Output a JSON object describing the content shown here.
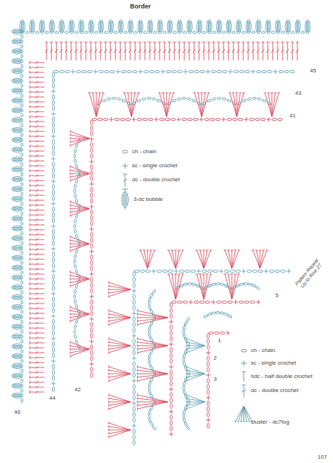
{
  "diagram": {
    "title": "Border",
    "labels": [
      "45",
      "43",
      "41",
      "42",
      "44",
      "46",
      "1",
      "2",
      "3",
      "5",
      "Pattern Repeat Up to Row 27",
      "107"
    ],
    "legend": [
      {
        "text": "ch - chain"
      },
      {
        "text": "sc - single crochet"
      },
      {
        "text": "dc - double crochet"
      },
      {
        "text": "3-dc bobble"
      },
      {
        "text": "ch - chain"
      },
      {
        "text": "sc - single crochet"
      },
      {
        "text": "hdc - half double crochet"
      },
      {
        "text": "dc - double crochet"
      },
      {
        "text": "cluster - dc7tog"
      }
    ]
  }
}
